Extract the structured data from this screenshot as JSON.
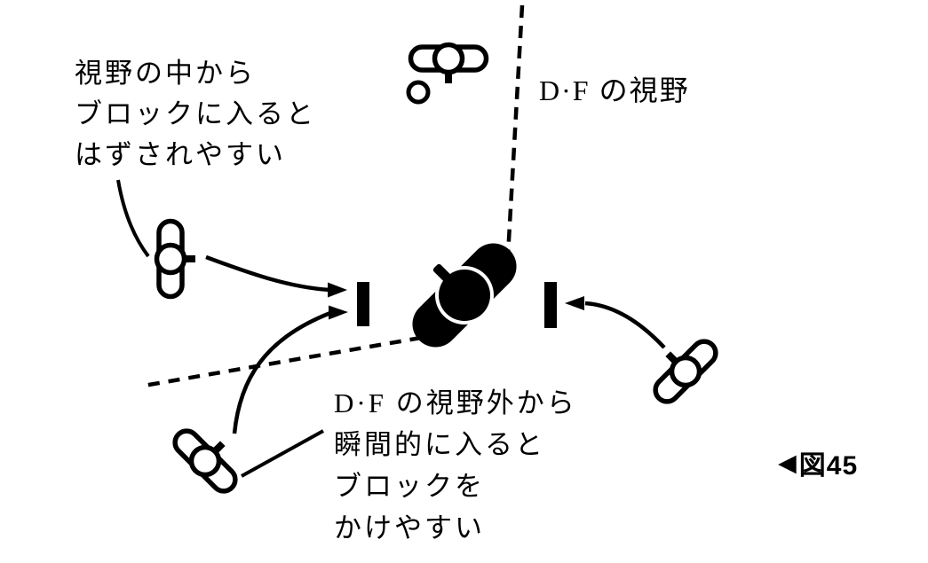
{
  "page": {
    "background": "#ffffff",
    "ink": "#000000"
  },
  "figure": {
    "fov_label": "D·F の視野",
    "annotation_inside_fov": {
      "lines": [
        "視野の中から",
        "ブロックに入ると",
        "はずされやすい"
      ]
    },
    "annotation_outside_fov": {
      "lines": [
        "D·F の視野外から",
        "瞬間的に入ると",
        "ブロックを",
        "かけやすい"
      ]
    },
    "caption": {
      "marker": "◀",
      "label": "図45"
    },
    "icons": {
      "defender": "overhead-defender-filled-icon",
      "attacker": "overhead-player-outline-icon",
      "ball": "ball-icon",
      "block_bar": "block-bar",
      "fov_boundary": "dashed-fov-boundary-line",
      "caption_marker": "left-triangle-icon"
    }
  }
}
